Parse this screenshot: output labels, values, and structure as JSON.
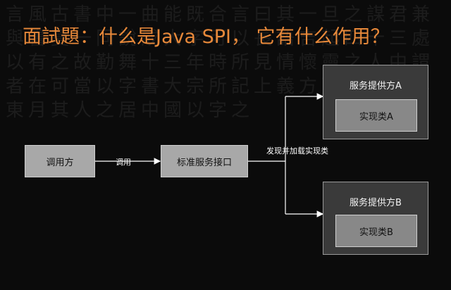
{
  "title": "面試題：什么是Java SPI， 它有什么作用？",
  "background_calligraphy": "言風古書中一曲能既合言曰其一旦之謀君兼與書夏一同說成大字可以長語吉起四十三處以有之故勤舞十三年時所見情懷靈之人中謂者在可當以字書大宗所記上義方西風令十年東月其人之居中國以字之",
  "nodes": {
    "caller": "调用方",
    "interface": "标准服务接口",
    "provider_a": "服务提供方A",
    "impl_a": "实现类A",
    "provider_b": "服务提供方B",
    "impl_b": "实现类B"
  },
  "edges": {
    "call": "调用",
    "discover": "发现并加载实现类"
  },
  "colors": {
    "title": "#e8893a",
    "light_box": "#a8a8a8",
    "provider_box": "#3a3a3a",
    "impl_box": "#888888",
    "line": "#ffffff"
  }
}
